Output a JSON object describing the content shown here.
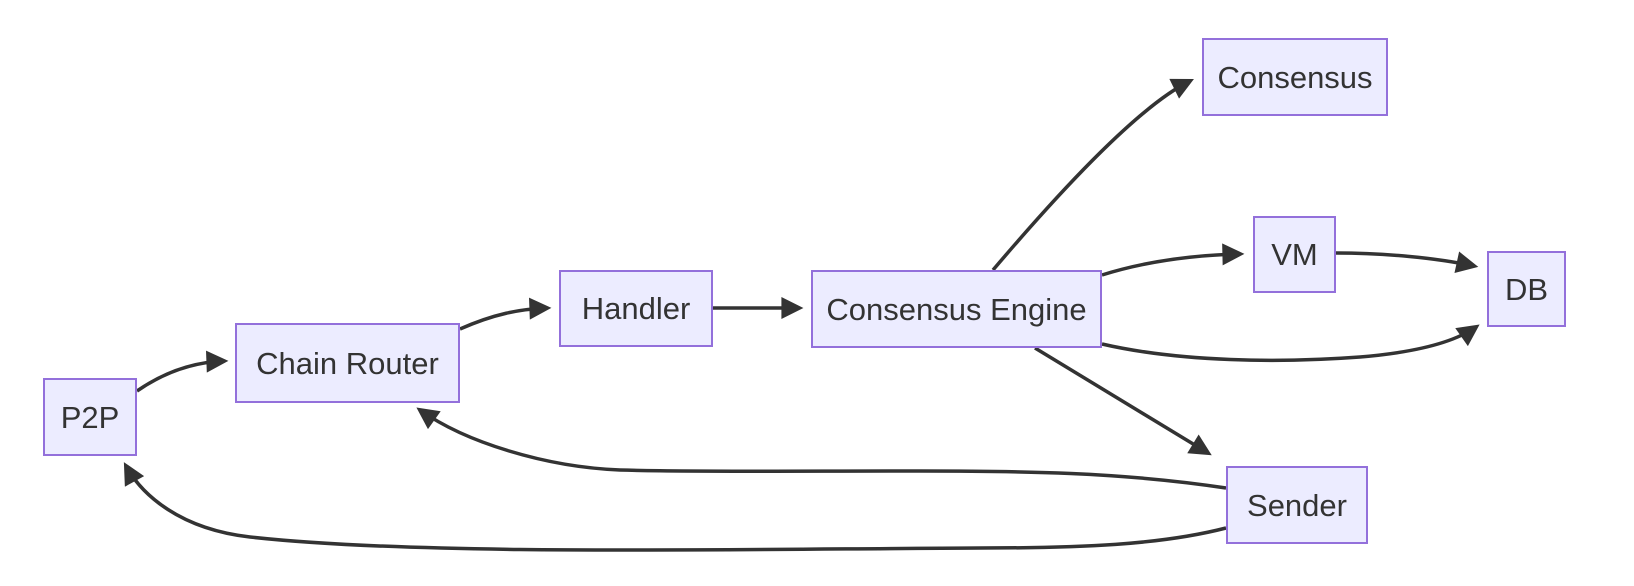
{
  "diagram": {
    "type": "flowchart",
    "direction": "left-to-right",
    "nodes": [
      {
        "id": "p2p",
        "label": "P2P"
      },
      {
        "id": "chain_router",
        "label": "Chain Router"
      },
      {
        "id": "handler",
        "label": "Handler"
      },
      {
        "id": "consensus_engine",
        "label": "Consensus Engine"
      },
      {
        "id": "consensus",
        "label": "Consensus"
      },
      {
        "id": "vm",
        "label": "VM"
      },
      {
        "id": "db",
        "label": "DB"
      },
      {
        "id": "sender",
        "label": "Sender"
      }
    ],
    "edges": [
      {
        "from": "P2P",
        "to": "Chain Router"
      },
      {
        "from": "Chain Router",
        "to": "Handler"
      },
      {
        "from": "Handler",
        "to": "Consensus Engine"
      },
      {
        "from": "Consensus Engine",
        "to": "Consensus"
      },
      {
        "from": "Consensus Engine",
        "to": "VM"
      },
      {
        "from": "VM",
        "to": "DB"
      },
      {
        "from": "Consensus Engine",
        "to": "DB"
      },
      {
        "from": "Consensus Engine",
        "to": "Sender"
      },
      {
        "from": "Sender",
        "to": "Chain Router"
      },
      {
        "from": "Sender",
        "to": "P2P"
      }
    ]
  },
  "colors": {
    "node_fill": "#ECECFF",
    "node_border": "#9370DB",
    "edge": "#333333",
    "text": "#333333",
    "background": "#FFFFFF"
  }
}
